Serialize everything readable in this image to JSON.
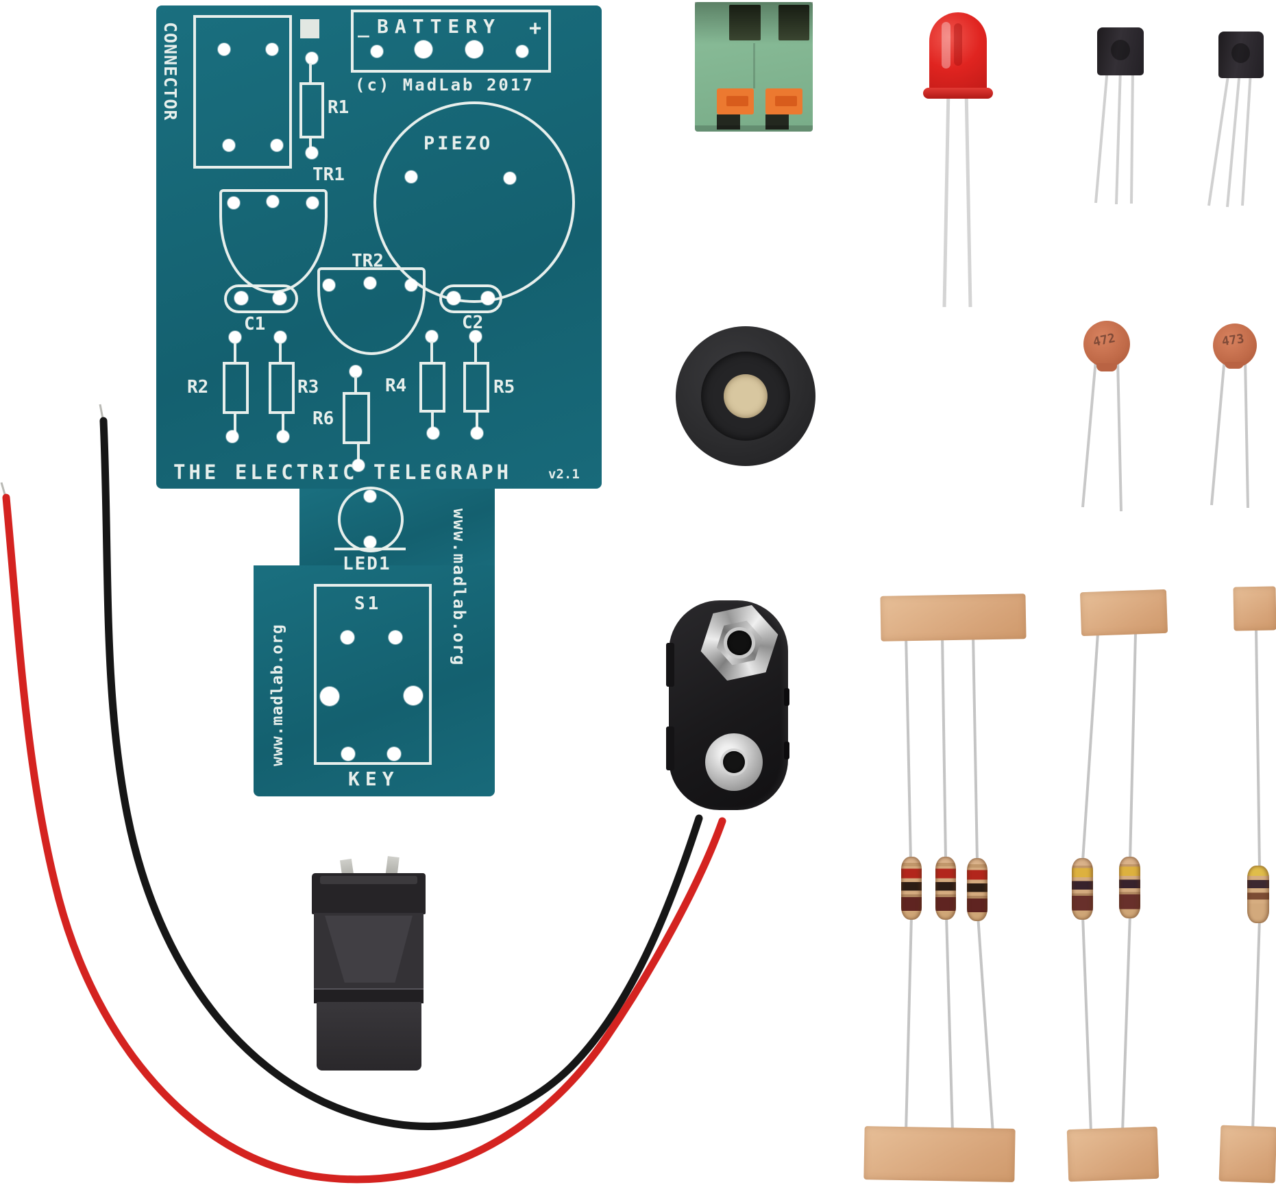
{
  "meta": {
    "description": "Product photo of MadLab 'The Electric Telegraph' electronics kit contents on white background"
  },
  "pcb": {
    "board_color": "#17697a",
    "silkscreen_color": "#e7efec",
    "labels": {
      "connector": "CONNECTOR",
      "battery": "BATTERY",
      "battery_minus": "_",
      "battery_plus": "+",
      "copyright": "(c) MadLab 2017",
      "r1": "R1",
      "tr1": "TR1",
      "piezo": "PIEZO",
      "tr2": "TR2",
      "c1": "C1",
      "c2": "C2",
      "r2": "R2",
      "r3": "R3",
      "r4": "R4",
      "r5": "R5",
      "r6": "R6",
      "title": "THE ELECTRIC TELEGRAPH",
      "version": "v2.1",
      "led1": "LED1",
      "s1": "S1",
      "key": "KEY",
      "url_left": "www.madlab.org",
      "url_right": "www.madlab.org"
    }
  },
  "components": {
    "terminal_block": {
      "name": "2-way terminal block",
      "body_color": "#85b794",
      "lever_color": "#ec7930"
    },
    "led": {
      "name": "5mm red LED",
      "color": "#e02420"
    },
    "transistors": {
      "name": "TO-92 transistors",
      "count": 2,
      "color": "#242124"
    },
    "capacitors": {
      "name": "ceramic disc capacitors",
      "count": 2,
      "color": "#c96f4e",
      "markings": [
        "472",
        "473"
      ]
    },
    "piezo": {
      "name": "piezo sounder disc",
      "color": "#2b2b2d",
      "center_color": "#d8c7a0"
    },
    "battery_clip": {
      "name": "9V battery snap connector",
      "body_color": "#1c1b1d"
    },
    "push_button": {
      "name": "push button key switch",
      "color": "#2c2a2c"
    },
    "wires": {
      "red": "#d42320",
      "black": "#161616"
    },
    "resistors": {
      "name": "carbon film resistors taped in groups",
      "tape_color": "#dcae88",
      "groups": [
        {
          "count": 3,
          "bands": [
            "red",
            "black",
            "maroon"
          ]
        },
        {
          "count": 2,
          "bands": [
            "yellow",
            "violet",
            "maroon"
          ]
        },
        {
          "count": 1,
          "bands": [
            "yellow",
            "violet",
            "brown"
          ]
        }
      ]
    }
  }
}
